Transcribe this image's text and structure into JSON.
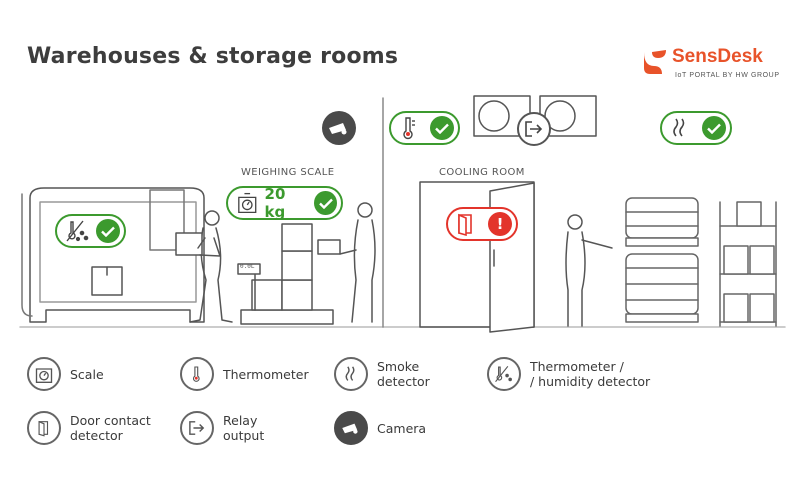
{
  "title": "Warehouses & storage rooms",
  "logo": {
    "brand": "SensDesk",
    "tagline": "IoT PORTAL BY HW GROUP",
    "color": "#e8532a"
  },
  "captions": {
    "weighing_scale": "WEIGHING SCALE",
    "cooling_room": "COOLING ROOM"
  },
  "status_badges": {
    "scale_weight": "20 kg",
    "ok_color": "#3c9a2e",
    "alert_color": "#e3342b",
    "alert_symbol": "!",
    "scale_unit_display": "0.0L"
  },
  "legend": [
    {
      "label": "Scale",
      "icon": "scale-icon"
    },
    {
      "label": "Thermometer",
      "icon": "thermometer-icon"
    },
    {
      "label": "Smoke\ndetector",
      "icon": "smoke-icon"
    },
    {
      "label": "Thermometer /\n/ humidity detector",
      "icon": "thermo-humidity-icon"
    },
    {
      "label": "Door contact\ndetector",
      "icon": "door-icon"
    },
    {
      "label": "Relay\noutput",
      "icon": "relay-icon"
    },
    {
      "label": "Camera",
      "icon": "camera-icon"
    }
  ]
}
